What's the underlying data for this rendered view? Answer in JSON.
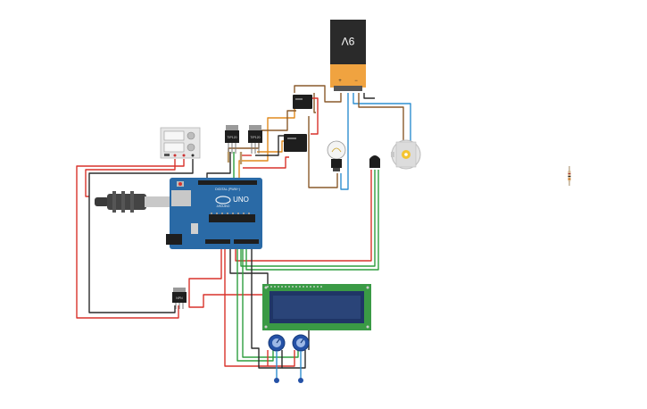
{
  "battery": {
    "label": "9V",
    "terminal_plus": "+",
    "terminal_minus": "−"
  },
  "arduino": {
    "model": "UNO",
    "brand": "ARDUINO",
    "digital_header": "DIGITAL (PWM~)"
  },
  "transistors": {
    "t1": "TIP120",
    "t2": "TIP120",
    "t3": "NPN"
  },
  "colors": {
    "wire_red": "#d9322b",
    "wire_black": "#2b2b2b",
    "wire_green": "#2e9e3e",
    "wire_orange": "#e08a1e",
    "wire_brown": "#8a5a2b",
    "wire_blue": "#2f8fd0",
    "arduino_blue": "#2a6aa6",
    "lcd_green": "#3a9a45",
    "lcd_screen": "#1f3566",
    "battery_body": "#2a2a2a",
    "battery_label": "#f0a340"
  },
  "icons": [
    "battery-9v-icon",
    "relay-icon",
    "dc-motor-icon",
    "light-bulb-icon",
    "temperature-sensor-icon",
    "potentiometer-icon",
    "resistor-icon",
    "usb-cable-icon"
  ]
}
